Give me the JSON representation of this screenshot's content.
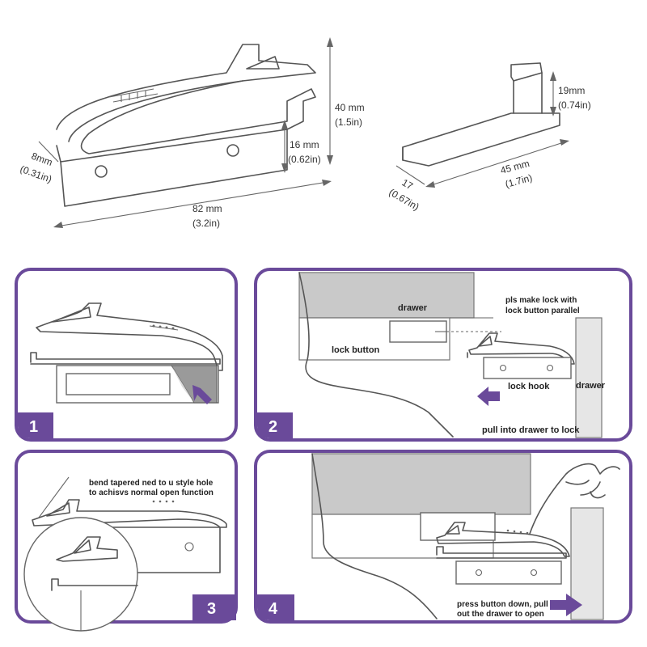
{
  "top": {
    "lock_dims": {
      "height_mm": "40 mm",
      "height_in": "(1.5in)",
      "inner_mm": "16 mm",
      "inner_in": "(0.62in)",
      "length_mm": "82 mm",
      "length_in": "(3.2in)",
      "depth_mm": "8mm",
      "depth_in": "(0.31in)"
    },
    "hook_dims": {
      "height_mm": "19mm",
      "height_in": "(0.74in)",
      "length_mm": "45 mm",
      "length_in": "(1.7in)",
      "width_mm": "17",
      "width_in": "(0.67in)"
    }
  },
  "steps": [
    {
      "number": "1"
    },
    {
      "number": "2",
      "drawer_top": "drawer",
      "note": "pls make lock with",
      "note2": "lock button parallel",
      "lock_button": "lock button",
      "lock_hook": "lock hook",
      "drawer_side": "drawer",
      "pull": "pull into drawer to lock"
    },
    {
      "number": "3",
      "note": "bend tapered ned to u style hole",
      "note2": "to achisvs normal open function"
    },
    {
      "number": "4",
      "note": "press button down, pull",
      "note2": "out the drawer to open"
    }
  ],
  "colors": {
    "accent": "#6a4a9a",
    "arrow": "#6a4a9a"
  }
}
